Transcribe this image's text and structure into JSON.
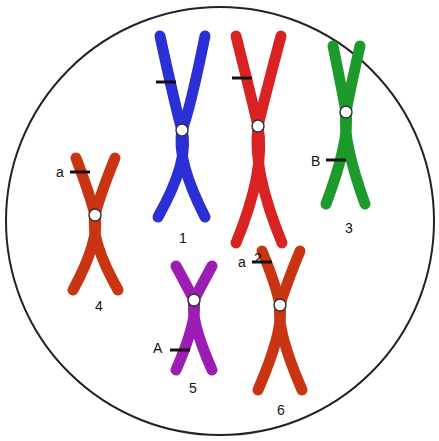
{
  "diagram": {
    "labels": [
      "a",
      "1",
      "2",
      "B",
      "3",
      "4",
      "A",
      "5",
      "a",
      "6"
    ]
  }
}
